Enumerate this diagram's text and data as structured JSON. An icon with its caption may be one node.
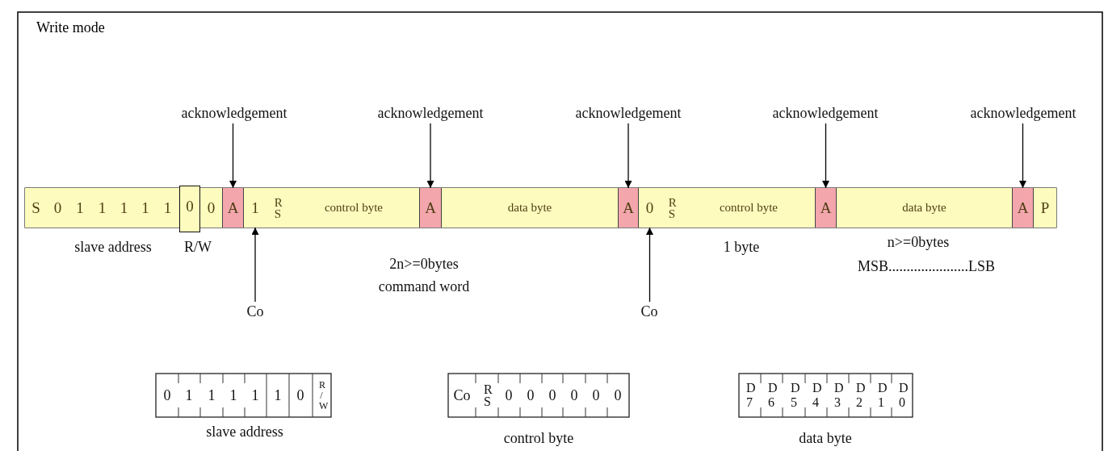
{
  "diagram": {
    "title": "Write mode",
    "nodes": [
      {
        "text": [
          "acknowledgement"
        ]
      },
      {
        "text": [
          "acknowledgement"
        ]
      },
      {
        "text": [
          "acknowledgement"
        ]
      },
      {
        "text": [
          "acknowledgement"
        ]
      },
      {
        "text": [
          "acknowledgement"
        ]
      },
      {
        "text": [
          "S"
        ]
      },
      {
        "text": [
          "0"
        ]
      },
      {
        "text": [
          "1"
        ]
      },
      {
        "text": [
          "1"
        ]
      },
      {
        "text": [
          "1"
        ]
      },
      {
        "text": [
          "1"
        ]
      },
      {
        "text": [
          "1"
        ]
      },
      {
        "text": [
          "0"
        ]
      },
      {
        "text": [
          "0"
        ]
      },
      {
        "text": [
          "A"
        ]
      },
      {
        "text": [
          "1"
        ]
      },
      {
        "text": [
          "R S"
        ]
      },
      {
        "text": [
          "control byte"
        ]
      },
      {
        "text": [
          "A"
        ]
      },
      {
        "text": [
          "data byte"
        ]
      },
      {
        "text": [
          "A"
        ]
      },
      {
        "text": [
          "0"
        ]
      },
      {
        "text": [
          "R S"
        ]
      },
      {
        "text": [
          "control byte"
        ]
      },
      {
        "text": [
          "A"
        ]
      },
      {
        "text": [
          "data byte"
        ]
      },
      {
        "text": [
          "A"
        ]
      },
      {
        "text": [
          "P"
        ]
      },
      {
        "text": [
          "Co"
        ]
      },
      {
        "text": [
          "Co"
        ]
      }
    ],
    "edges": [
      {
        "from": 0,
        "to": 14,
        "arrow": "to"
      },
      {
        "from": 1,
        "to": 18,
        "arrow": "to"
      },
      {
        "from": 2,
        "to": 20,
        "arrow": "to"
      },
      {
        "from": 3,
        "to": 24,
        "arrow": "to"
      },
      {
        "from": 4,
        "to": 26,
        "arrow": "to"
      },
      {
        "from": 28,
        "to": 15,
        "arrow": "to"
      },
      {
        "from": 29,
        "to": 21,
        "arrow": "to"
      }
    ],
    "labels": [
      "slave address",
      "R/W",
      "1 byte",
      "n>=0bytes",
      "2n>=0bytes command word",
      "MSB......................LSB",
      "0",
      "1",
      "1",
      "1",
      "1",
      "1",
      "0",
      "R / W",
      "Co",
      "R S",
      "0",
      "0",
      "0",
      "0",
      "0",
      "0",
      "D 7",
      "D 6",
      "D 5",
      "D 4",
      "D 3",
      "D 2",
      "D 1",
      "D 0",
      "slave address",
      "control byte",
      "data byte"
    ]
  }
}
